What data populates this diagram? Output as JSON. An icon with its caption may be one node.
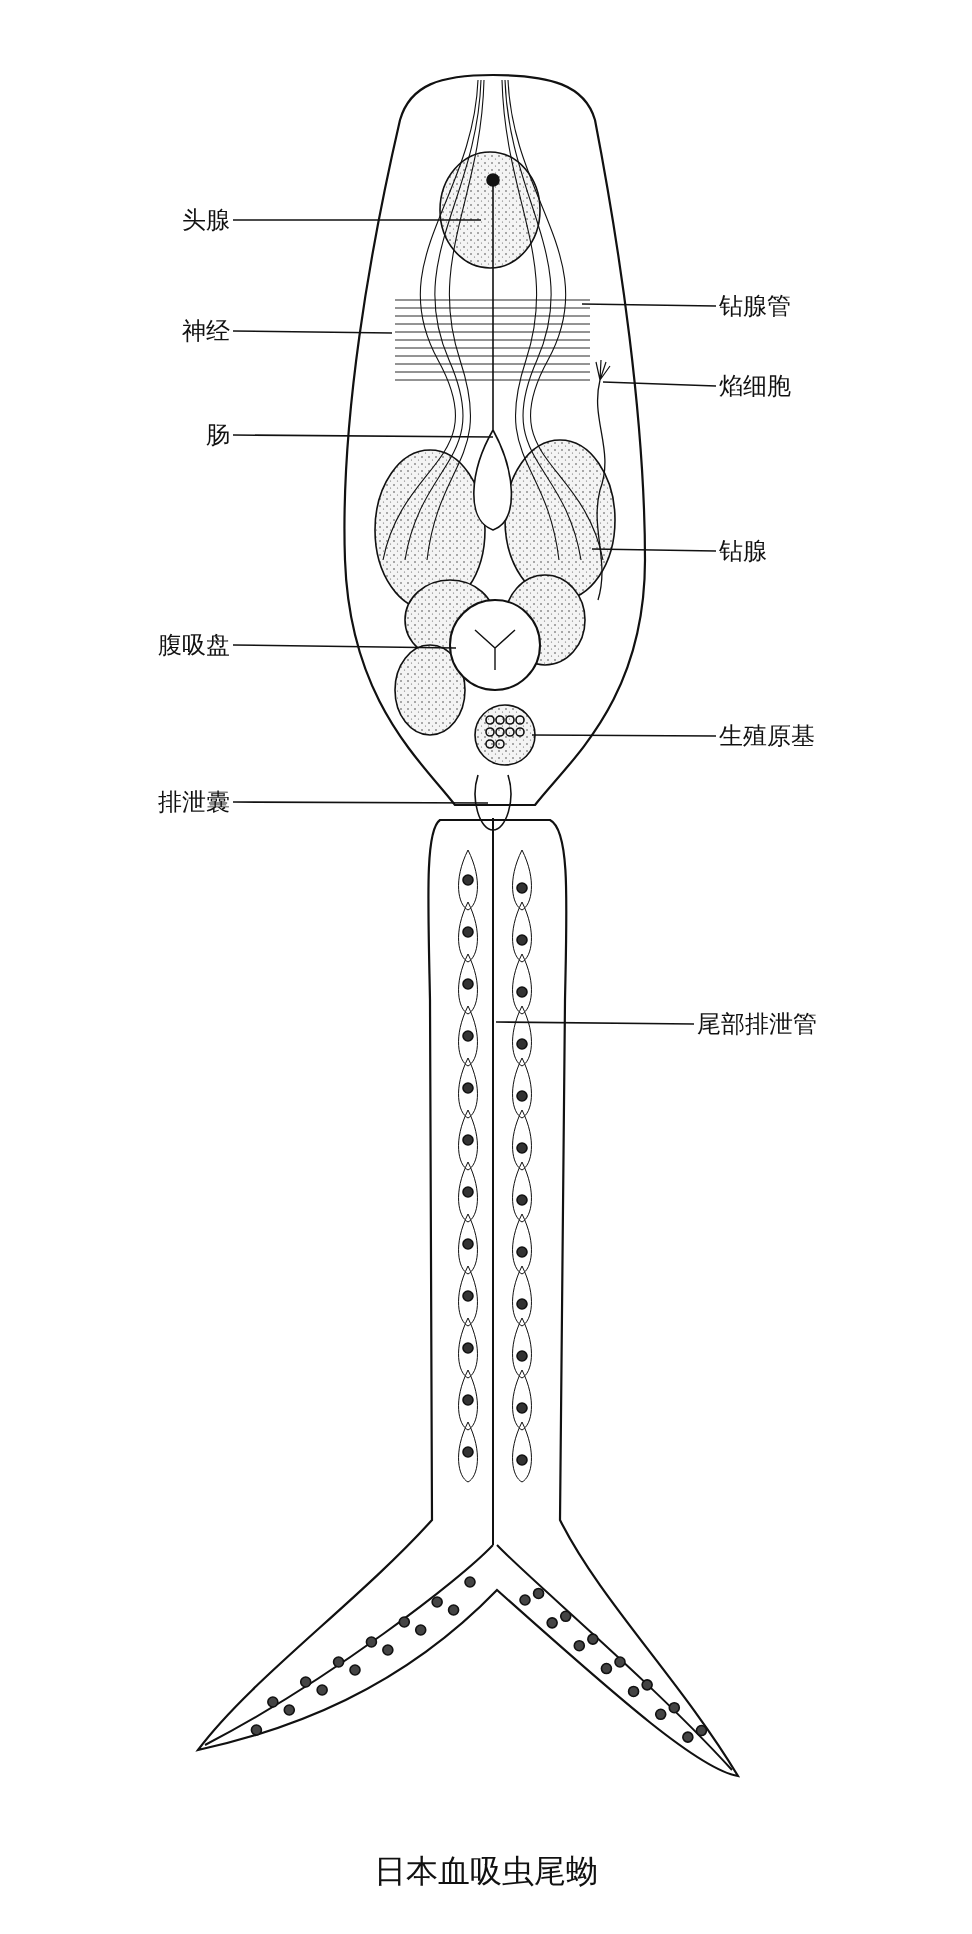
{
  "diagram": {
    "caption": "日本血吸虫尾蚴",
    "nodes": [
      {
        "text": [
          "头腺"
        ]
      },
      {
        "text": [
          "钻腺管"
        ]
      },
      {
        "text": [
          "神经"
        ]
      },
      {
        "text": [
          "焰细胞"
        ]
      },
      {
        "text": [
          "肠"
        ]
      },
      {
        "text": [
          "钻腺"
        ]
      },
      {
        "text": [
          "腹吸盘"
        ]
      },
      {
        "text": [
          "生殖原基"
        ]
      },
      {
        "text": [
          "排泄囊"
        ]
      },
      {
        "text": [
          "尾部排泄管"
        ]
      }
    ],
    "edges": [
      {
        "from": 0,
        "to": null,
        "arrow": "none"
      },
      {
        "from": 1,
        "to": null,
        "arrow": "none"
      },
      {
        "from": 2,
        "to": null,
        "arrow": "none"
      },
      {
        "from": 3,
        "to": null,
        "arrow": "none"
      },
      {
        "from": 4,
        "to": null,
        "arrow": "none"
      },
      {
        "from": 5,
        "to": null,
        "arrow": "none"
      },
      {
        "from": 6,
        "to": null,
        "arrow": "none"
      },
      {
        "from": 7,
        "to": null,
        "arrow": "none"
      },
      {
        "from": 8,
        "to": null,
        "arrow": "none"
      },
      {
        "from": 9,
        "to": null,
        "arrow": "none"
      }
    ]
  }
}
